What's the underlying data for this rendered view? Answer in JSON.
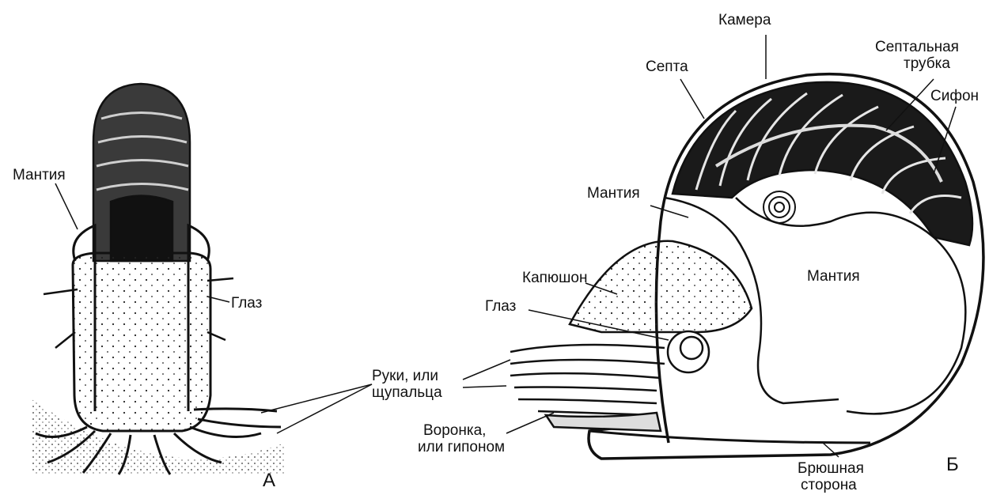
{
  "figure_a": {
    "letter": "А",
    "labels": {
      "mantle": "Мантия",
      "eye": "Глаз"
    }
  },
  "figure_b": {
    "letter": "Б",
    "labels": {
      "chamber": "Камера",
      "septum": "Септа",
      "septal_tube_1": "Септальная",
      "septal_tube_2": "трубка",
      "siphon": "Сифон",
      "mantle_outer": "Мантия",
      "mantle_inner": "Мантия",
      "hood": "Капюшон",
      "eye": "Глаз",
      "arms_1": "Руки, или",
      "arms_2": "щупальца",
      "funnel_1": "Воронка,",
      "funnel_2": "или гипоном",
      "ventral_1": "Брюшная",
      "ventral_2": "сторона"
    }
  }
}
